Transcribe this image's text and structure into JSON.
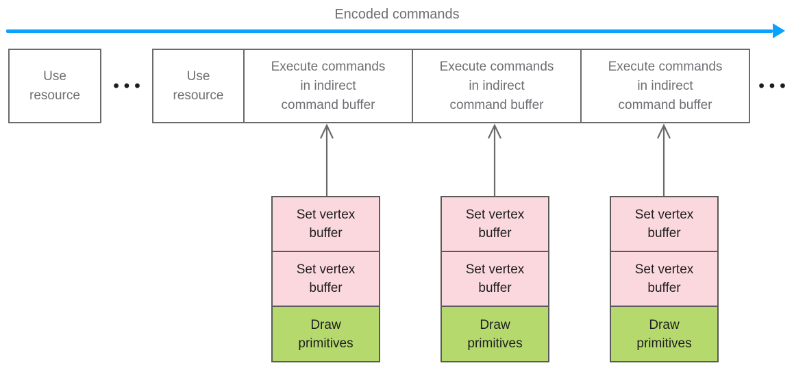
{
  "title": "Encoded commands",
  "ellipsis": "•••",
  "row": {
    "use_resource": {
      "line1": "Use",
      "line2": "resource"
    },
    "execute": {
      "line1": "Execute commands",
      "line2": "in indirect",
      "line3": "command buffer"
    }
  },
  "stack": {
    "set_vertex_buffer": {
      "line1": "Set vertex",
      "line2": "buffer"
    },
    "draw_primitives": {
      "line1": "Draw",
      "line2": "primitives"
    }
  },
  "colors": {
    "arrow-blue": "#0aa2ff",
    "border-gray": "#6a6a6a",
    "stack-border": "#5a5a5a",
    "label-gray": "#6e6e73",
    "text-dark": "#1d1d1f",
    "pink": "#fbd8de",
    "green": "#b5d96d"
  }
}
